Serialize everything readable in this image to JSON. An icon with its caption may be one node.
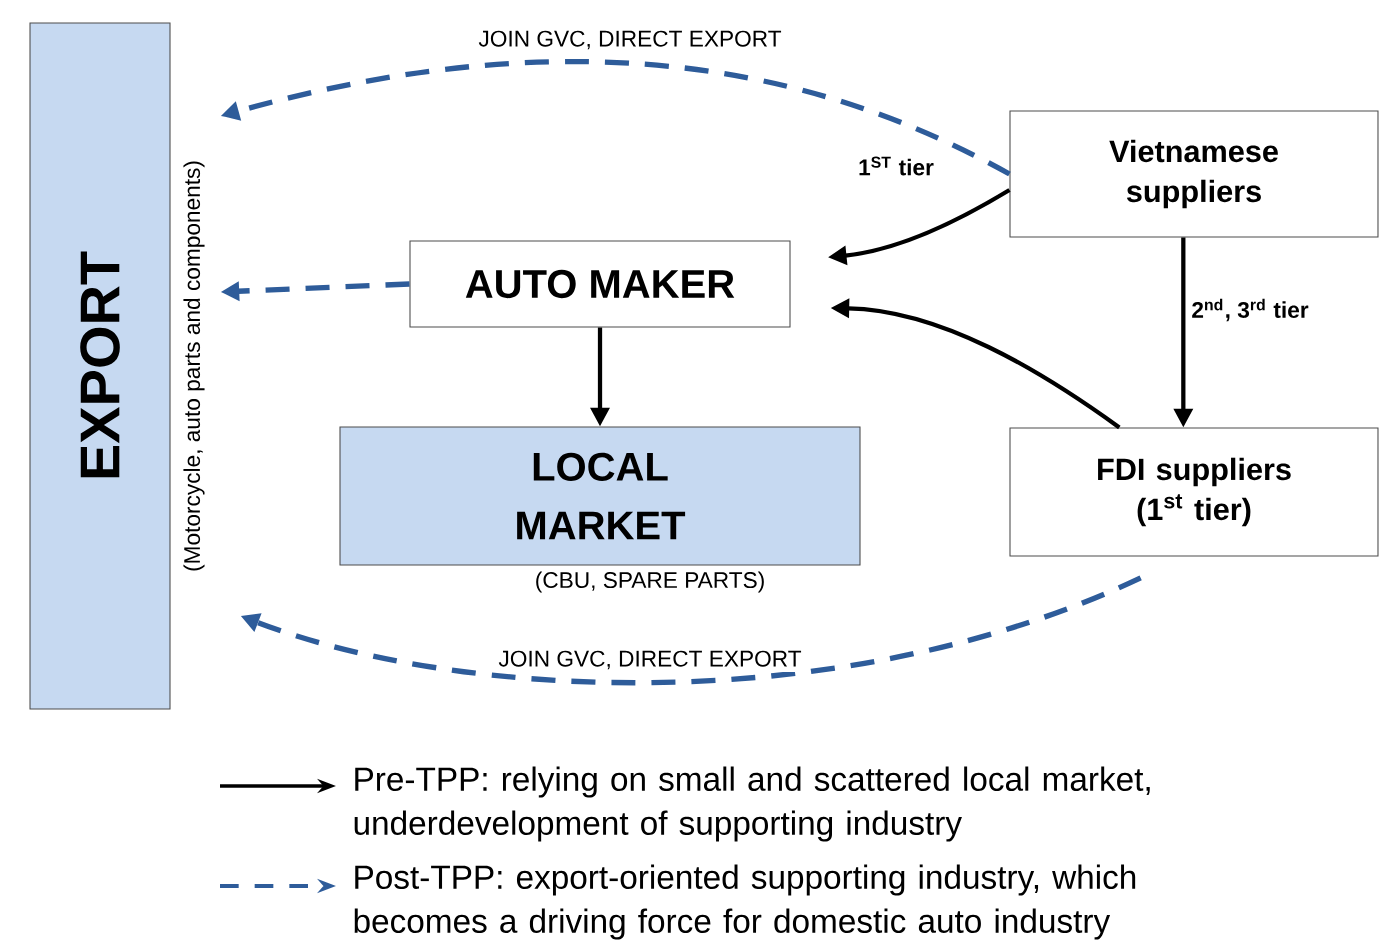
{
  "diagram": {
    "nodes": [
      {
        "text": [
          "EXPORT"
        ],
        "beside": [
          "(Motorcycle, auto parts and components)"
        ]
      },
      {
        "text": [
          "Vietnamese suppliers"
        ]
      },
      {
        "text": [
          "AUTO MAKER"
        ]
      },
      {
        "text": [
          "LOCAL MARKET"
        ],
        "beside": [
          "(CBU, SPARE PARTS)"
        ]
      },
      {
        "text": [
          "FDI suppliers (1$^{st}$ tier)"
        ]
      }
    ],
    "edges": [
      {
        "from": 1,
        "to": 0,
        "arrow": "to",
        "label": "JOIN GVC, DIRECT EXPORT",
        "style": "dashed",
        "color": "#2e5c9a"
      },
      {
        "from": 1,
        "to": 2,
        "arrow": "to",
        "label": "1$^{ST}$ tier"
      },
      {
        "from": 2,
        "to": 0,
        "arrow": "to",
        "style": "dashed",
        "color": "#2e5c9a"
      },
      {
        "from": 2,
        "to": 3,
        "arrow": "to"
      },
      {
        "from": 1,
        "to": 4,
        "arrow": "to",
        "label": "2$^{nd}$, 3$^{rd}$ tier"
      },
      {
        "from": 4,
        "to": 2,
        "arrow": "to"
      },
      {
        "from": 4,
        "to": 0,
        "arrow": "to",
        "label": "JOIN GVC, DIRECT EXPORT",
        "style": "dashed",
        "color": "#2e5c9a"
      }
    ],
    "legend": [
      {
        "text": "Pre-TPP: relying on small and scattered local market, underdevelopment of supporting industry"
      },
      {
        "text": "Post-TPP: export-oriented supporting industry, which becomes a driving force for domestic auto industry"
      }
    ]
  }
}
